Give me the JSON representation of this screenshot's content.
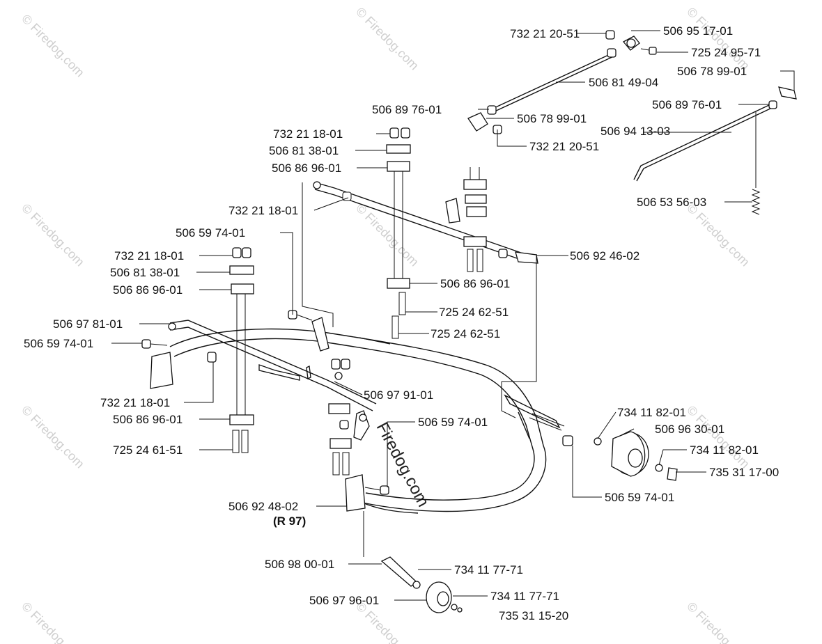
{
  "labels": {
    "l01": "732 21 20-51",
    "l02": "506 95 17-01",
    "l03": "725 24 95-71",
    "l04": "506 78 99-01",
    "l05": "506 81 49-04",
    "l06": "506 89 76-01",
    "l07": "506 89 76-01",
    "l08": "506 78 99-01",
    "l09": "506 94 13-03",
    "l10": "732 21 18-01",
    "l11": "732 21 20-51",
    "l12": "506 81 38-01",
    "l13": "506 86 96-01",
    "l14": "506 53 56-03",
    "l15": "732 21 18-01",
    "l16": "506 59 74-01",
    "l17": "506 92 46-02",
    "l18": "732 21 18-01",
    "l19": "506 81 38-01",
    "l20": "506 86 96-01",
    "l21": "506 86 96-01",
    "l22": "725 24 62-51",
    "l23": "506 97 81-01",
    "l24": "725 24 62-51",
    "l25": "506 59 74-01",
    "l26": "506 97 91-01",
    "l27": "732 21 18-01",
    "l28": "734 11 82-01",
    "l29": "506 86 96-01",
    "l30": "506 59 74-01",
    "l31": "506 96 30-01",
    "l32": "734 11 82-01",
    "l33": "725 24 61-51",
    "l34": "735 31 17-00",
    "l35": "506 59 74-01",
    "l36": "506 92 48-02",
    "l37": "(R 97)",
    "l38": "506 98 00-01",
    "l39": "734 11 77-71",
    "l40": "506 97 96-01",
    "l41": "734 11 77-71",
    "l42": "735 31 15-20"
  },
  "watermark": {
    "text": "© Firedog.com",
    "diagonal_text": "Firedog.com"
  }
}
